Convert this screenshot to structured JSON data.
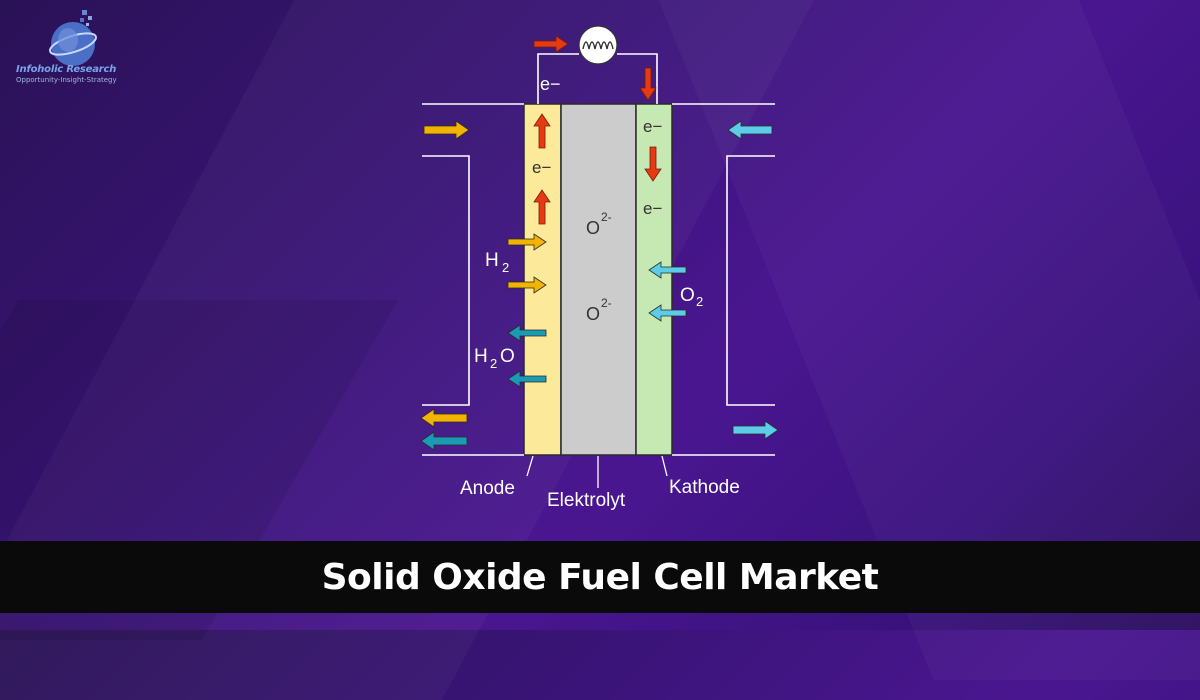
{
  "logo": {
    "name": "Infoholic Research",
    "tagline": "Opportunity-Insight-Strategy"
  },
  "diagram": {
    "electron": "e−",
    "electron_super": "−",
    "oxide_ion": "O",
    "oxide_charge": "2-",
    "hydrogen": {
      "base": "H",
      "sub": "2"
    },
    "water": {
      "base1": "H",
      "sub": "2",
      "base2": "O"
    },
    "oxygen": {
      "base": "O",
      "sub": "2"
    },
    "labels": {
      "anode": "Anode",
      "electrolyte": "Elektrolyt",
      "cathode": "Kathode"
    },
    "colors": {
      "anode": "#fde99a",
      "electrolyte": "#cccccc",
      "cathode": "#c6e9b3",
      "fuel_arrow": "#f3b400",
      "water_arrow": "#1a9bb3",
      "air_arrow": "#5ccce8",
      "electron_arrow": "#e53a12"
    }
  },
  "title": "Solid Oxide Fuel Cell Market"
}
